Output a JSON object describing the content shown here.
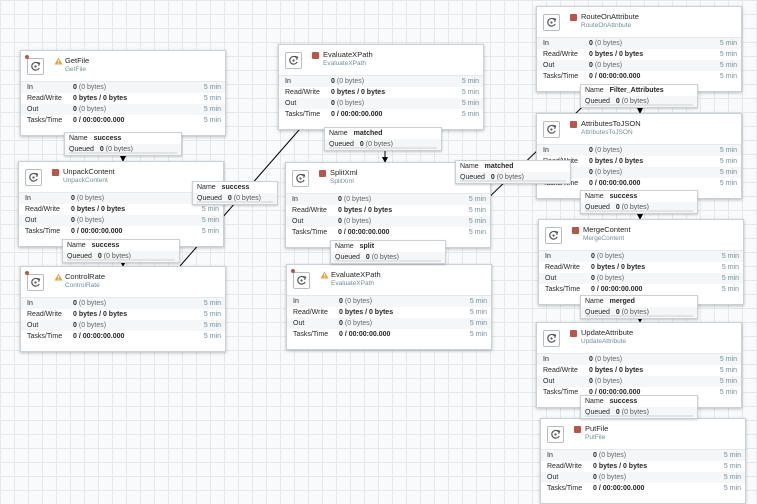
{
  "labels": {
    "in": "In",
    "read_write": "Read/Write",
    "out": "Out",
    "tasks_time": "Tasks/Time",
    "name": "Name",
    "queued": "Queued"
  },
  "colors": {
    "stopped": "#ba554a",
    "warning": "#e8a33a",
    "type_text": "#728e9b",
    "canvas_bg": "#f9fafb"
  },
  "processors": [
    {
      "id": "getfile",
      "name": "GetFile",
      "type": "GetFile",
      "status_icon": "warning-icon",
      "in": "0",
      "in_bytes": "(0 bytes)",
      "rw": "0 bytes / 0 bytes",
      "out": "0",
      "out_bytes": "(0 bytes)",
      "tasks": "0 / 00:00:00.000",
      "period": "5 min"
    },
    {
      "id": "unpack",
      "name": "UnpackContent",
      "type": "UnpackContent",
      "status_icon": "stop-icon",
      "in": "0",
      "in_bytes": "(0 bytes)",
      "rw": "0 bytes / 0 bytes",
      "out": "0",
      "out_bytes": "(0 bytes)",
      "tasks": "0 / 00:00:00.000",
      "period": "5 min"
    },
    {
      "id": "controlrate",
      "name": "ControlRate",
      "type": "ControlRate",
      "status_icon": "warning-icon",
      "in": "0",
      "in_bytes": "(0 bytes)",
      "rw": "0 bytes / 0 bytes",
      "out": "0",
      "out_bytes": "(0 bytes)",
      "tasks": "0 / 00:00:00.000",
      "period": "5 min"
    },
    {
      "id": "evalxpath1",
      "name": "EvaluateXPath",
      "type": "EvaluateXPath",
      "status_icon": "stop-icon",
      "in": "0",
      "in_bytes": "(0 bytes)",
      "rw": "0 bytes / 0 bytes",
      "out": "0",
      "out_bytes": "(0 bytes)",
      "tasks": "0 / 00:00:00.000",
      "period": "5 min"
    },
    {
      "id": "splitxml",
      "name": "SplitXml",
      "type": "SplitXml",
      "status_icon": "stop-icon",
      "in": "0",
      "in_bytes": "(0 bytes)",
      "rw": "0 bytes / 0 bytes",
      "out": "0",
      "out_bytes": "(0 bytes)",
      "tasks": "0 / 00:00:00.000",
      "period": "5 min"
    },
    {
      "id": "evalxpath2",
      "name": "EvaluateXPath",
      "type": "EvaluateXPath",
      "status_icon": "warning-icon",
      "in": "0",
      "in_bytes": "(0 bytes)",
      "rw": "0 bytes / 0 bytes",
      "out": "0",
      "out_bytes": "(0 bytes)",
      "tasks": "0 / 00:00:00.000",
      "period": "5 min"
    },
    {
      "id": "route",
      "name": "RouteOnAttribute",
      "type": "RouteOnAttribute",
      "status_icon": "stop-icon",
      "in": "0",
      "in_bytes": "(0 bytes)",
      "rw": "0 bytes / 0 bytes",
      "out": "0",
      "out_bytes": "(0 bytes)",
      "tasks": "0 / 00:00:00.000",
      "period": "5 min"
    },
    {
      "id": "attrjson",
      "name": "AttributesToJSON",
      "type": "AttributesToJSON",
      "status_icon": "stop-icon",
      "in": "0",
      "in_bytes": "(0 bytes)",
      "rw": "0 bytes / 0 bytes",
      "out": "0",
      "out_bytes": "(0 bytes)",
      "tasks": "0 / 00:00:00.000",
      "period": "5 min"
    },
    {
      "id": "merge",
      "name": "MergeContent",
      "type": "MergeContent",
      "status_icon": "stop-icon",
      "in": "0",
      "in_bytes": "(0 bytes)",
      "rw": "0 bytes / 0 bytes",
      "out": "0",
      "out_bytes": "(0 bytes)",
      "tasks": "0 / 00:00:00.000",
      "period": "5 min"
    },
    {
      "id": "updateattr",
      "name": "UpdateAttribute",
      "type": "UpdateAttribute",
      "status_icon": "stop-icon",
      "in": "0",
      "in_bytes": "(0 bytes)",
      "rw": "0 bytes / 0 bytes",
      "out": "0",
      "out_bytes": "(0 bytes)",
      "tasks": "0 / 00:00:00.000",
      "period": "5 min"
    },
    {
      "id": "putfile",
      "name": "PutFile",
      "type": "PutFile",
      "status_icon": "stop-icon",
      "in": "0",
      "in_bytes": "(0 bytes)",
      "rw": "0 bytes / 0 bytes",
      "out": "0",
      "out_bytes": "(0 bytes)",
      "tasks": "0 / 00:00:00.000",
      "period": "5 min"
    }
  ],
  "connections": [
    {
      "id": "c1",
      "name": "success",
      "queued_count": "0",
      "queued_bytes": "(0 bytes)"
    },
    {
      "id": "c2",
      "name": "success",
      "queued_count": "0",
      "queued_bytes": "(0 bytes)"
    },
    {
      "id": "c3",
      "name": "success",
      "queued_count": "0",
      "queued_bytes": "(0 bytes)"
    },
    {
      "id": "c4",
      "name": "matched",
      "queued_count": "0",
      "queued_bytes": "(0 bytes)"
    },
    {
      "id": "c5",
      "name": "split",
      "queued_count": "0",
      "queued_bytes": "(0 bytes)"
    },
    {
      "id": "c6",
      "name": "matched",
      "queued_count": "0",
      "queued_bytes": "(0 bytes)"
    },
    {
      "id": "c7",
      "name": "Filter_Attributes",
      "queued_count": "0",
      "queued_bytes": "(0 bytes)"
    },
    {
      "id": "c8",
      "name": "success",
      "queued_count": "0",
      "queued_bytes": "(0 bytes)"
    },
    {
      "id": "c9",
      "name": "merged",
      "queued_count": "0",
      "queued_bytes": "(0 bytes)"
    },
    {
      "id": "c10",
      "name": "success",
      "queued_count": "0",
      "queued_bytes": "(0 bytes)"
    }
  ]
}
